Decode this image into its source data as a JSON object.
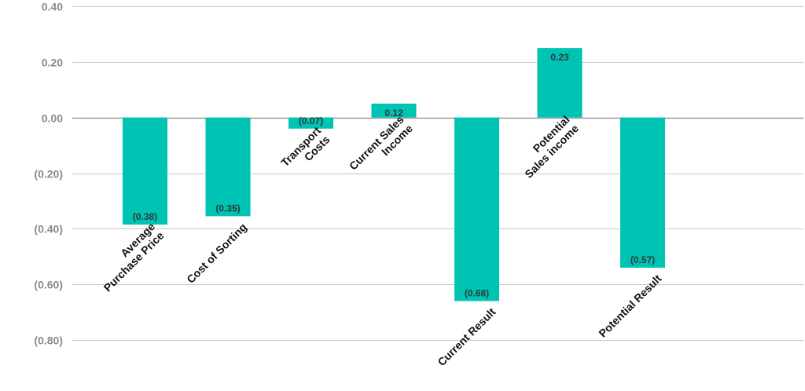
{
  "colors": {
    "bar": "#00c4b3",
    "grid": "#c8c8c8",
    "tick": "#8a8a8a",
    "category": "#111111",
    "data_label": "#2a3a3a"
  },
  "chart_data": {
    "type": "bar",
    "title": "",
    "xlabel": "",
    "ylabel": "",
    "ylim": [
      -0.8,
      0.4
    ],
    "grid": true,
    "y_ticks": [
      {
        "value": 0.4,
        "label": "0.40"
      },
      {
        "value": 0.2,
        "label": "0.20"
      },
      {
        "value": 0.0,
        "label": "0.00"
      },
      {
        "value": -0.2,
        "label": "(0.20)"
      },
      {
        "value": -0.4,
        "label": "(0.40)"
      },
      {
        "value": -0.6,
        "label": "(0.60)"
      },
      {
        "value": -0.8,
        "label": "(0.80)"
      }
    ],
    "categories": [
      [
        "Average",
        "Purchase Price"
      ],
      [
        "Cost of Sorting"
      ],
      [
        "Transport",
        "Costs"
      ],
      [
        "Current Sales",
        "Income"
      ],
      [
        "Current Result"
      ],
      [
        "Potential",
        "Sales income"
      ],
      [
        "Potential Result"
      ]
    ],
    "values": [
      -0.385,
      -0.355,
      -0.04,
      0.05,
      -0.66,
      0.25,
      -0.54
    ],
    "data_labels": [
      "(0.38)",
      "(0.35)",
      "(0.07)",
      "0.12",
      "(0.68)",
      "0.23",
      "(0.57)"
    ]
  }
}
